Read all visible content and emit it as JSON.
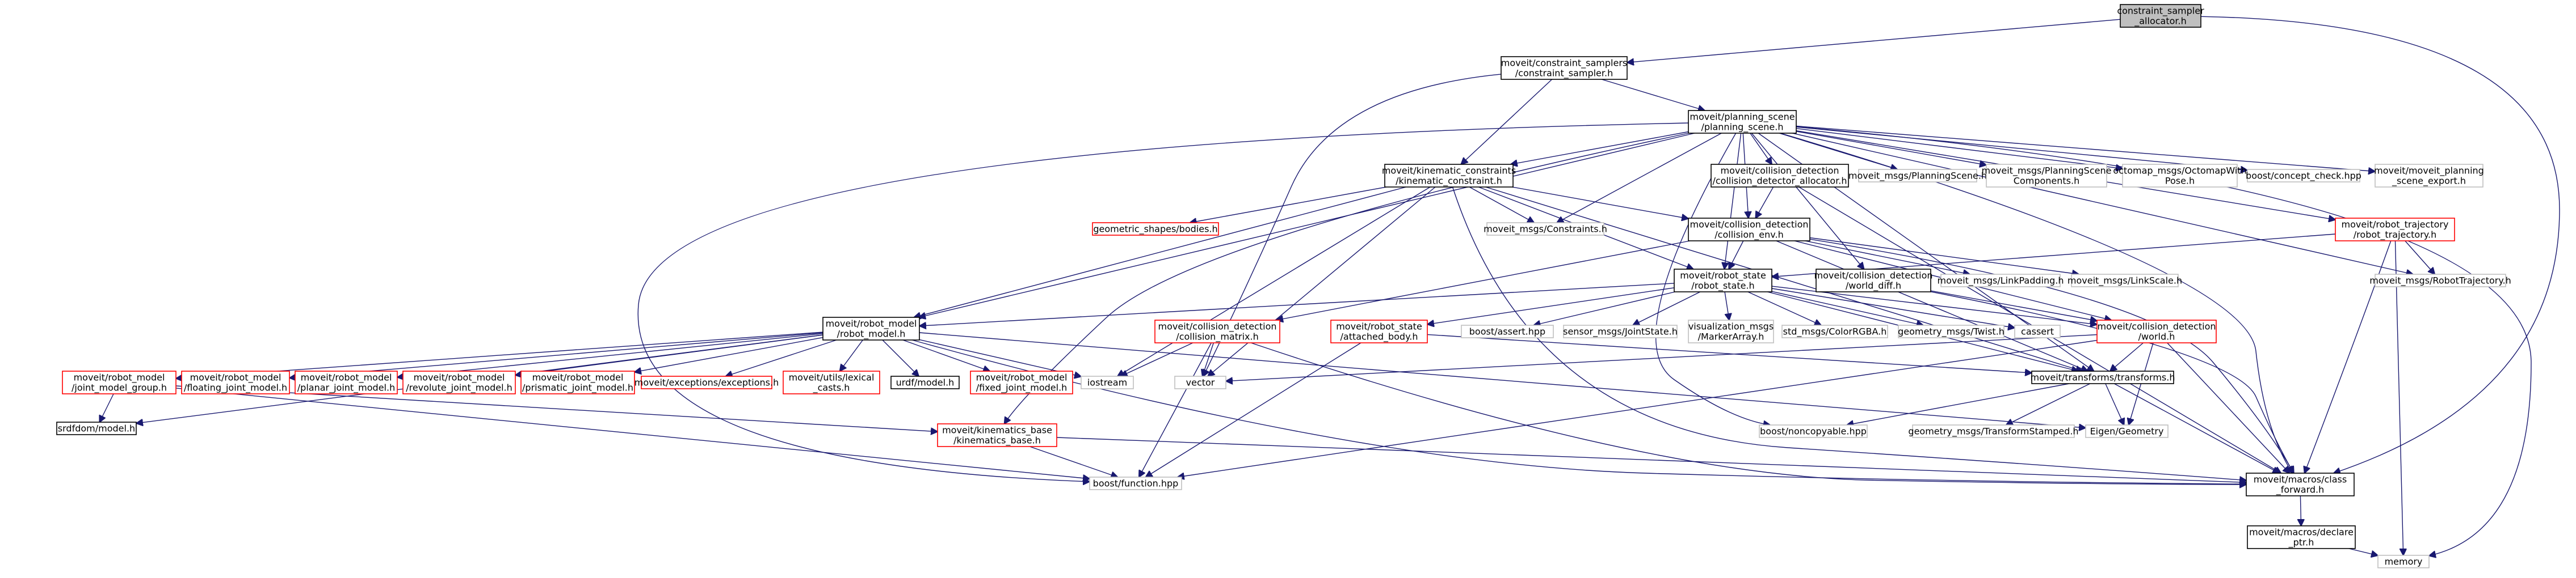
{
  "nodes": [
    {
      "id": "root",
      "kind": "root",
      "lines": [
        "constraint_sampler",
        "_allocator.h"
      ]
    },
    {
      "id": "cs",
      "kind": "doc",
      "lines": [
        "moveit/constraint_samplers",
        "/constraint_sampler.h"
      ]
    },
    {
      "id": "ps",
      "kind": "doc",
      "lines": [
        "moveit/planning_scene",
        "/planning_scene.h"
      ]
    },
    {
      "id": "kc",
      "kind": "doc",
      "lines": [
        "moveit/kinematic_constraints",
        "/kinematic_constraint.h"
      ]
    },
    {
      "id": "cdalloc",
      "kind": "doc",
      "lines": [
        "moveit/collision_detection",
        "/collision_detector_allocator.h"
      ]
    },
    {
      "id": "msg_ps",
      "kind": "ext",
      "lines": [
        "moveit_msgs/PlanningScene.h"
      ]
    },
    {
      "id": "msg_psc",
      "kind": "ext",
      "lines": [
        "moveit_msgs/PlanningScene",
        "Components.h"
      ]
    },
    {
      "id": "octomap",
      "kind": "ext",
      "lines": [
        "octomap_msgs/OctomapWith",
        "Pose.h"
      ]
    },
    {
      "id": "concept",
      "kind": "ext",
      "lines": [
        "boost/concept_check.hpp"
      ]
    },
    {
      "id": "psexport",
      "kind": "ext",
      "lines": [
        "moveit/moveit_planning",
        "_scene_export.h"
      ]
    },
    {
      "id": "rt",
      "kind": "ref",
      "lines": [
        "moveit/robot_trajectory",
        "/robot_trajectory.h"
      ]
    },
    {
      "id": "geo",
      "kind": "ref",
      "lines": [
        "geometric_shapes/bodies.h"
      ]
    },
    {
      "id": "msg_c",
      "kind": "ext",
      "lines": [
        "moveit_msgs/Constraints.h"
      ]
    },
    {
      "id": "cenv",
      "kind": "doc",
      "lines": [
        "moveit/collision_detection",
        "/collision_env.h"
      ]
    },
    {
      "id": "rs",
      "kind": "doc",
      "lines": [
        "moveit/robot_state",
        "/robot_state.h"
      ]
    },
    {
      "id": "wdiff",
      "kind": "doc",
      "lines": [
        "moveit/collision_detection",
        "/world_diff.h"
      ]
    },
    {
      "id": "linkpad",
      "kind": "ext",
      "lines": [
        "moveit_msgs/LinkPadding.h"
      ]
    },
    {
      "id": "linkscale",
      "kind": "ext",
      "lines": [
        "moveit_msgs/LinkScale.h"
      ]
    },
    {
      "id": "robtraj",
      "kind": "ext",
      "lines": [
        "moveit_msgs/RobotTrajectory.h"
      ]
    },
    {
      "id": "rm",
      "kind": "doc",
      "lines": [
        "moveit/robot_model",
        "/robot_model.h"
      ]
    },
    {
      "id": "cmatrix",
      "kind": "ref",
      "lines": [
        "moveit/collision_detection",
        "/collision_matrix.h"
      ]
    },
    {
      "id": "attbody",
      "kind": "ref",
      "lines": [
        "moveit/robot_state",
        "/attached_body.h"
      ]
    },
    {
      "id": "bassert",
      "kind": "ext",
      "lines": [
        "boost/assert.hpp"
      ]
    },
    {
      "id": "jstate",
      "kind": "ext",
      "lines": [
        "sensor_msgs/JointState.h"
      ]
    },
    {
      "id": "marker",
      "kind": "ext",
      "lines": [
        "visualization_msgs",
        "/MarkerArray.h"
      ]
    },
    {
      "id": "rgba",
      "kind": "ext",
      "lines": [
        "std_msgs/ColorRGBA.h"
      ]
    },
    {
      "id": "twist",
      "kind": "ext",
      "lines": [
        "geometry_msgs/Twist.h"
      ]
    },
    {
      "id": "cassert",
      "kind": "ext",
      "lines": [
        "cassert"
      ]
    },
    {
      "id": "world",
      "kind": "ref",
      "lines": [
        "moveit/collision_detection",
        "/world.h"
      ]
    },
    {
      "id": "jmg",
      "kind": "ref",
      "lines": [
        "moveit/robot_model",
        "/joint_model_group.h"
      ]
    },
    {
      "id": "floating",
      "kind": "ref",
      "lines": [
        "moveit/robot_model",
        "/floating_joint_model.h"
      ]
    },
    {
      "id": "planar",
      "kind": "ref",
      "lines": [
        "moveit/robot_model",
        "/planar_joint_model.h"
      ]
    },
    {
      "id": "revolute",
      "kind": "ref",
      "lines": [
        "moveit/robot_model",
        "/revolute_joint_model.h"
      ]
    },
    {
      "id": "prismatic",
      "kind": "ref",
      "lines": [
        "moveit/robot_model",
        "/prismatic_joint_model.h"
      ]
    },
    {
      "id": "exceptions",
      "kind": "ref",
      "lines": [
        "moveit/exceptions/exceptions.h"
      ]
    },
    {
      "id": "lexical",
      "kind": "ref",
      "lines": [
        "moveit/utils/lexical",
        "_casts.h"
      ]
    },
    {
      "id": "urdf",
      "kind": "doc",
      "lines": [
        "urdf/model.h"
      ]
    },
    {
      "id": "fixed",
      "kind": "ref",
      "lines": [
        "moveit/robot_model",
        "/fixed_joint_model.h"
      ]
    },
    {
      "id": "iostream",
      "kind": "ext",
      "lines": [
        "iostream"
      ]
    },
    {
      "id": "vector",
      "kind": "ext",
      "lines": [
        "vector"
      ]
    },
    {
      "id": "transforms",
      "kind": "doc",
      "lines": [
        "moveit/transforms/transforms.h"
      ]
    },
    {
      "id": "srdf",
      "kind": "doc",
      "lines": [
        "srdfdom/model.h"
      ]
    },
    {
      "id": "kbase",
      "kind": "ref",
      "lines": [
        "moveit/kinematics_base",
        "/kinematics_base.h"
      ]
    },
    {
      "id": "noncopy",
      "kind": "ext",
      "lines": [
        "boost/noncopyable.hpp"
      ]
    },
    {
      "id": "tfstamped",
      "kind": "ext",
      "lines": [
        "geometry_msgs/TransformStamped.h"
      ]
    },
    {
      "id": "eigen",
      "kind": "ext",
      "lines": [
        "Eigen/Geometry"
      ]
    },
    {
      "id": "bfunc",
      "kind": "ext",
      "lines": [
        "boost/function.hpp"
      ]
    },
    {
      "id": "classfwd",
      "kind": "doc",
      "lines": [
        "moveit/macros/class",
        "_forward.h"
      ]
    },
    {
      "id": "declptr",
      "kind": "doc",
      "lines": [
        "moveit/macros/declare",
        "_ptr.h"
      ]
    },
    {
      "id": "memory",
      "kind": "ext",
      "lines": [
        "memory"
      ]
    }
  ],
  "edges": [
    [
      "root",
      "cs"
    ],
    [
      "root",
      "classfwd"
    ],
    [
      "cs",
      "ps"
    ],
    [
      "cs",
      "kc"
    ],
    [
      "cs",
      "vector"
    ],
    [
      "ps",
      "rm"
    ],
    [
      "ps",
      "rs"
    ],
    [
      "ps",
      "kc"
    ],
    [
      "ps",
      "kbase"
    ],
    [
      "ps",
      "cenv"
    ],
    [
      "ps",
      "wdiff"
    ],
    [
      "ps",
      "cdalloc"
    ],
    [
      "ps",
      "msg_ps"
    ],
    [
      "ps",
      "msg_psc"
    ],
    [
      "ps",
      "octomap"
    ],
    [
      "ps",
      "concept"
    ],
    [
      "ps",
      "psexport"
    ],
    [
      "ps",
      "rt"
    ],
    [
      "ps",
      "msg_c"
    ],
    [
      "ps",
      "robtraj"
    ],
    [
      "ps",
      "transforms"
    ],
    [
      "ps",
      "classfwd"
    ],
    [
      "ps",
      "bfunc"
    ],
    [
      "ps",
      "memory"
    ],
    [
      "ps",
      "noncopy"
    ],
    [
      "kc",
      "geo"
    ],
    [
      "kc",
      "msg_c"
    ],
    [
      "kc",
      "cenv"
    ],
    [
      "kc",
      "rs"
    ],
    [
      "kc",
      "rm"
    ],
    [
      "kc",
      "transforms"
    ],
    [
      "kc",
      "iostream"
    ],
    [
      "kc",
      "vector"
    ],
    [
      "kc",
      "classfwd"
    ],
    [
      "cdalloc",
      "cenv"
    ],
    [
      "cdalloc",
      "classfwd"
    ],
    [
      "rt",
      "rs"
    ],
    [
      "rt",
      "robtraj"
    ],
    [
      "rt",
      "memory"
    ],
    [
      "rt",
      "classfwd"
    ],
    [
      "cenv",
      "rs"
    ],
    [
      "cenv",
      "cmatrix"
    ],
    [
      "cenv",
      "world"
    ],
    [
      "cenv",
      "linkpad"
    ],
    [
      "cenv",
      "linkscale"
    ],
    [
      "cenv",
      "classfwd"
    ],
    [
      "cenv",
      "transforms"
    ],
    [
      "rs",
      "rm"
    ],
    [
      "rs",
      "attbody"
    ],
    [
      "rs",
      "bassert"
    ],
    [
      "rs",
      "jstate"
    ],
    [
      "rs",
      "marker"
    ],
    [
      "rs",
      "rgba"
    ],
    [
      "rs",
      "twist"
    ],
    [
      "rs",
      "cassert"
    ],
    [
      "rs",
      "world"
    ],
    [
      "rs",
      "transforms"
    ],
    [
      "wdiff",
      "world"
    ],
    [
      "wdiff",
      "classfwd"
    ],
    [
      "rm",
      "jmg"
    ],
    [
      "rm",
      "srdf"
    ],
    [
      "rm",
      "floating"
    ],
    [
      "rm",
      "planar"
    ],
    [
      "rm",
      "revolute"
    ],
    [
      "rm",
      "prismatic"
    ],
    [
      "rm",
      "exceptions"
    ],
    [
      "rm",
      "lexical"
    ],
    [
      "rm",
      "urdf"
    ],
    [
      "rm",
      "fixed"
    ],
    [
      "rm",
      "iostream"
    ],
    [
      "rm",
      "eigen"
    ],
    [
      "rm",
      "classfwd"
    ],
    [
      "cmatrix",
      "iostream"
    ],
    [
      "cmatrix",
      "vector"
    ],
    [
      "cmatrix",
      "bfunc"
    ],
    [
      "cmatrix",
      "classfwd"
    ],
    [
      "attbody",
      "transforms"
    ],
    [
      "attbody",
      "bfunc"
    ],
    [
      "world",
      "vector"
    ],
    [
      "world",
      "eigen"
    ],
    [
      "world",
      "transforms"
    ],
    [
      "world",
      "bfunc"
    ],
    [
      "world",
      "classfwd"
    ],
    [
      "jmg",
      "kbase"
    ],
    [
      "jmg",
      "srdf"
    ],
    [
      "jmg",
      "bfunc"
    ],
    [
      "transforms",
      "tfstamped"
    ],
    [
      "transforms",
      "eigen"
    ],
    [
      "transforms",
      "noncopy"
    ],
    [
      "transforms",
      "classfwd"
    ],
    [
      "kbase",
      "bfunc"
    ],
    [
      "kbase",
      "classfwd"
    ],
    [
      "classfwd",
      "declptr"
    ],
    [
      "declptr",
      "memory"
    ]
  ]
}
